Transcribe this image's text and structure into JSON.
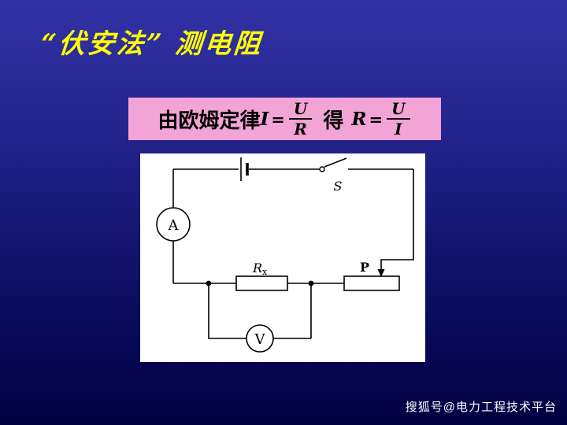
{
  "title": "“伏安法” 测电阻",
  "formula": {
    "prefix": "由欧姆定律",
    "i_label": "I",
    "eq1": "=",
    "frac1_num": "U",
    "frac1_den": "R",
    "middle": "得",
    "r_label": "R",
    "eq2": "=",
    "frac2_num": "U",
    "frac2_den": "I"
  },
  "circuit": {
    "ammeter_label": "A",
    "voltmeter_label": "V",
    "switch_label": "S",
    "resistor_label": "R",
    "resistor_sub": "x",
    "rheostat_label": "P"
  },
  "colors": {
    "title": "#ffff00",
    "formula_bg": "#f2a4d6",
    "circuit_bg": "#ffffff"
  },
  "watermark": "搜狐号@电力工程技术平台"
}
